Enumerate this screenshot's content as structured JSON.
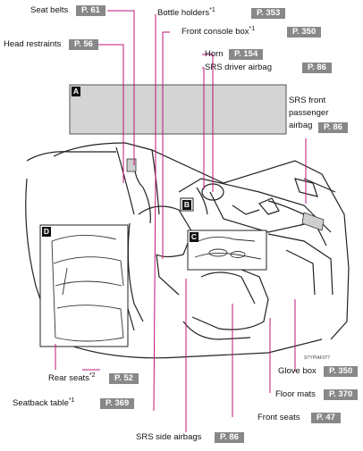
{
  "labels": {
    "seat_belts": {
      "text": "Seat belts",
      "ref": "P. 61"
    },
    "bottle_holders": {
      "text": "Bottle holders",
      "sup": "*1",
      "ref": "P. 353"
    },
    "front_console_box": {
      "text": "Front console box",
      "sup": "*1",
      "ref": "P. 350"
    },
    "head_restraints": {
      "text": "Head restraints",
      "ref": "P. 56"
    },
    "horn": {
      "text": "Horn",
      "ref": "P. 154"
    },
    "srs_driver_airbag": {
      "text": "SRS driver airbag",
      "ref": "P. 86"
    },
    "srs_front_passenger_airbag": {
      "line1": "SRS front",
      "line2": "passenger",
      "line3": "airbag",
      "ref": "P. 86"
    },
    "rear_seats": {
      "text": "Rear seats",
      "sup": "*2",
      "ref": "P. 52"
    },
    "seatback_table": {
      "text": "Seatback table",
      "sup": "*1",
      "ref": "P. 369"
    },
    "srs_side_airbags": {
      "text": "SRS side airbags",
      "ref": "P. 86"
    },
    "front_seats": {
      "text": "Front seats",
      "ref": "P. 47"
    },
    "glove_box": {
      "text": "Glove box",
      "ref": "P. 350"
    },
    "floor_mats": {
      "text": "Floor mats",
      "ref": "P. 370"
    }
  },
  "inset_tags": {
    "a": "A",
    "b": "B",
    "c": "C",
    "d": "D"
  },
  "figure_code": "STYPIAF077",
  "colors": {
    "ref_badge": "#888888",
    "tag": "#111111",
    "leader": "#c0147a",
    "inset_a_fill": "#d4d4d4"
  }
}
